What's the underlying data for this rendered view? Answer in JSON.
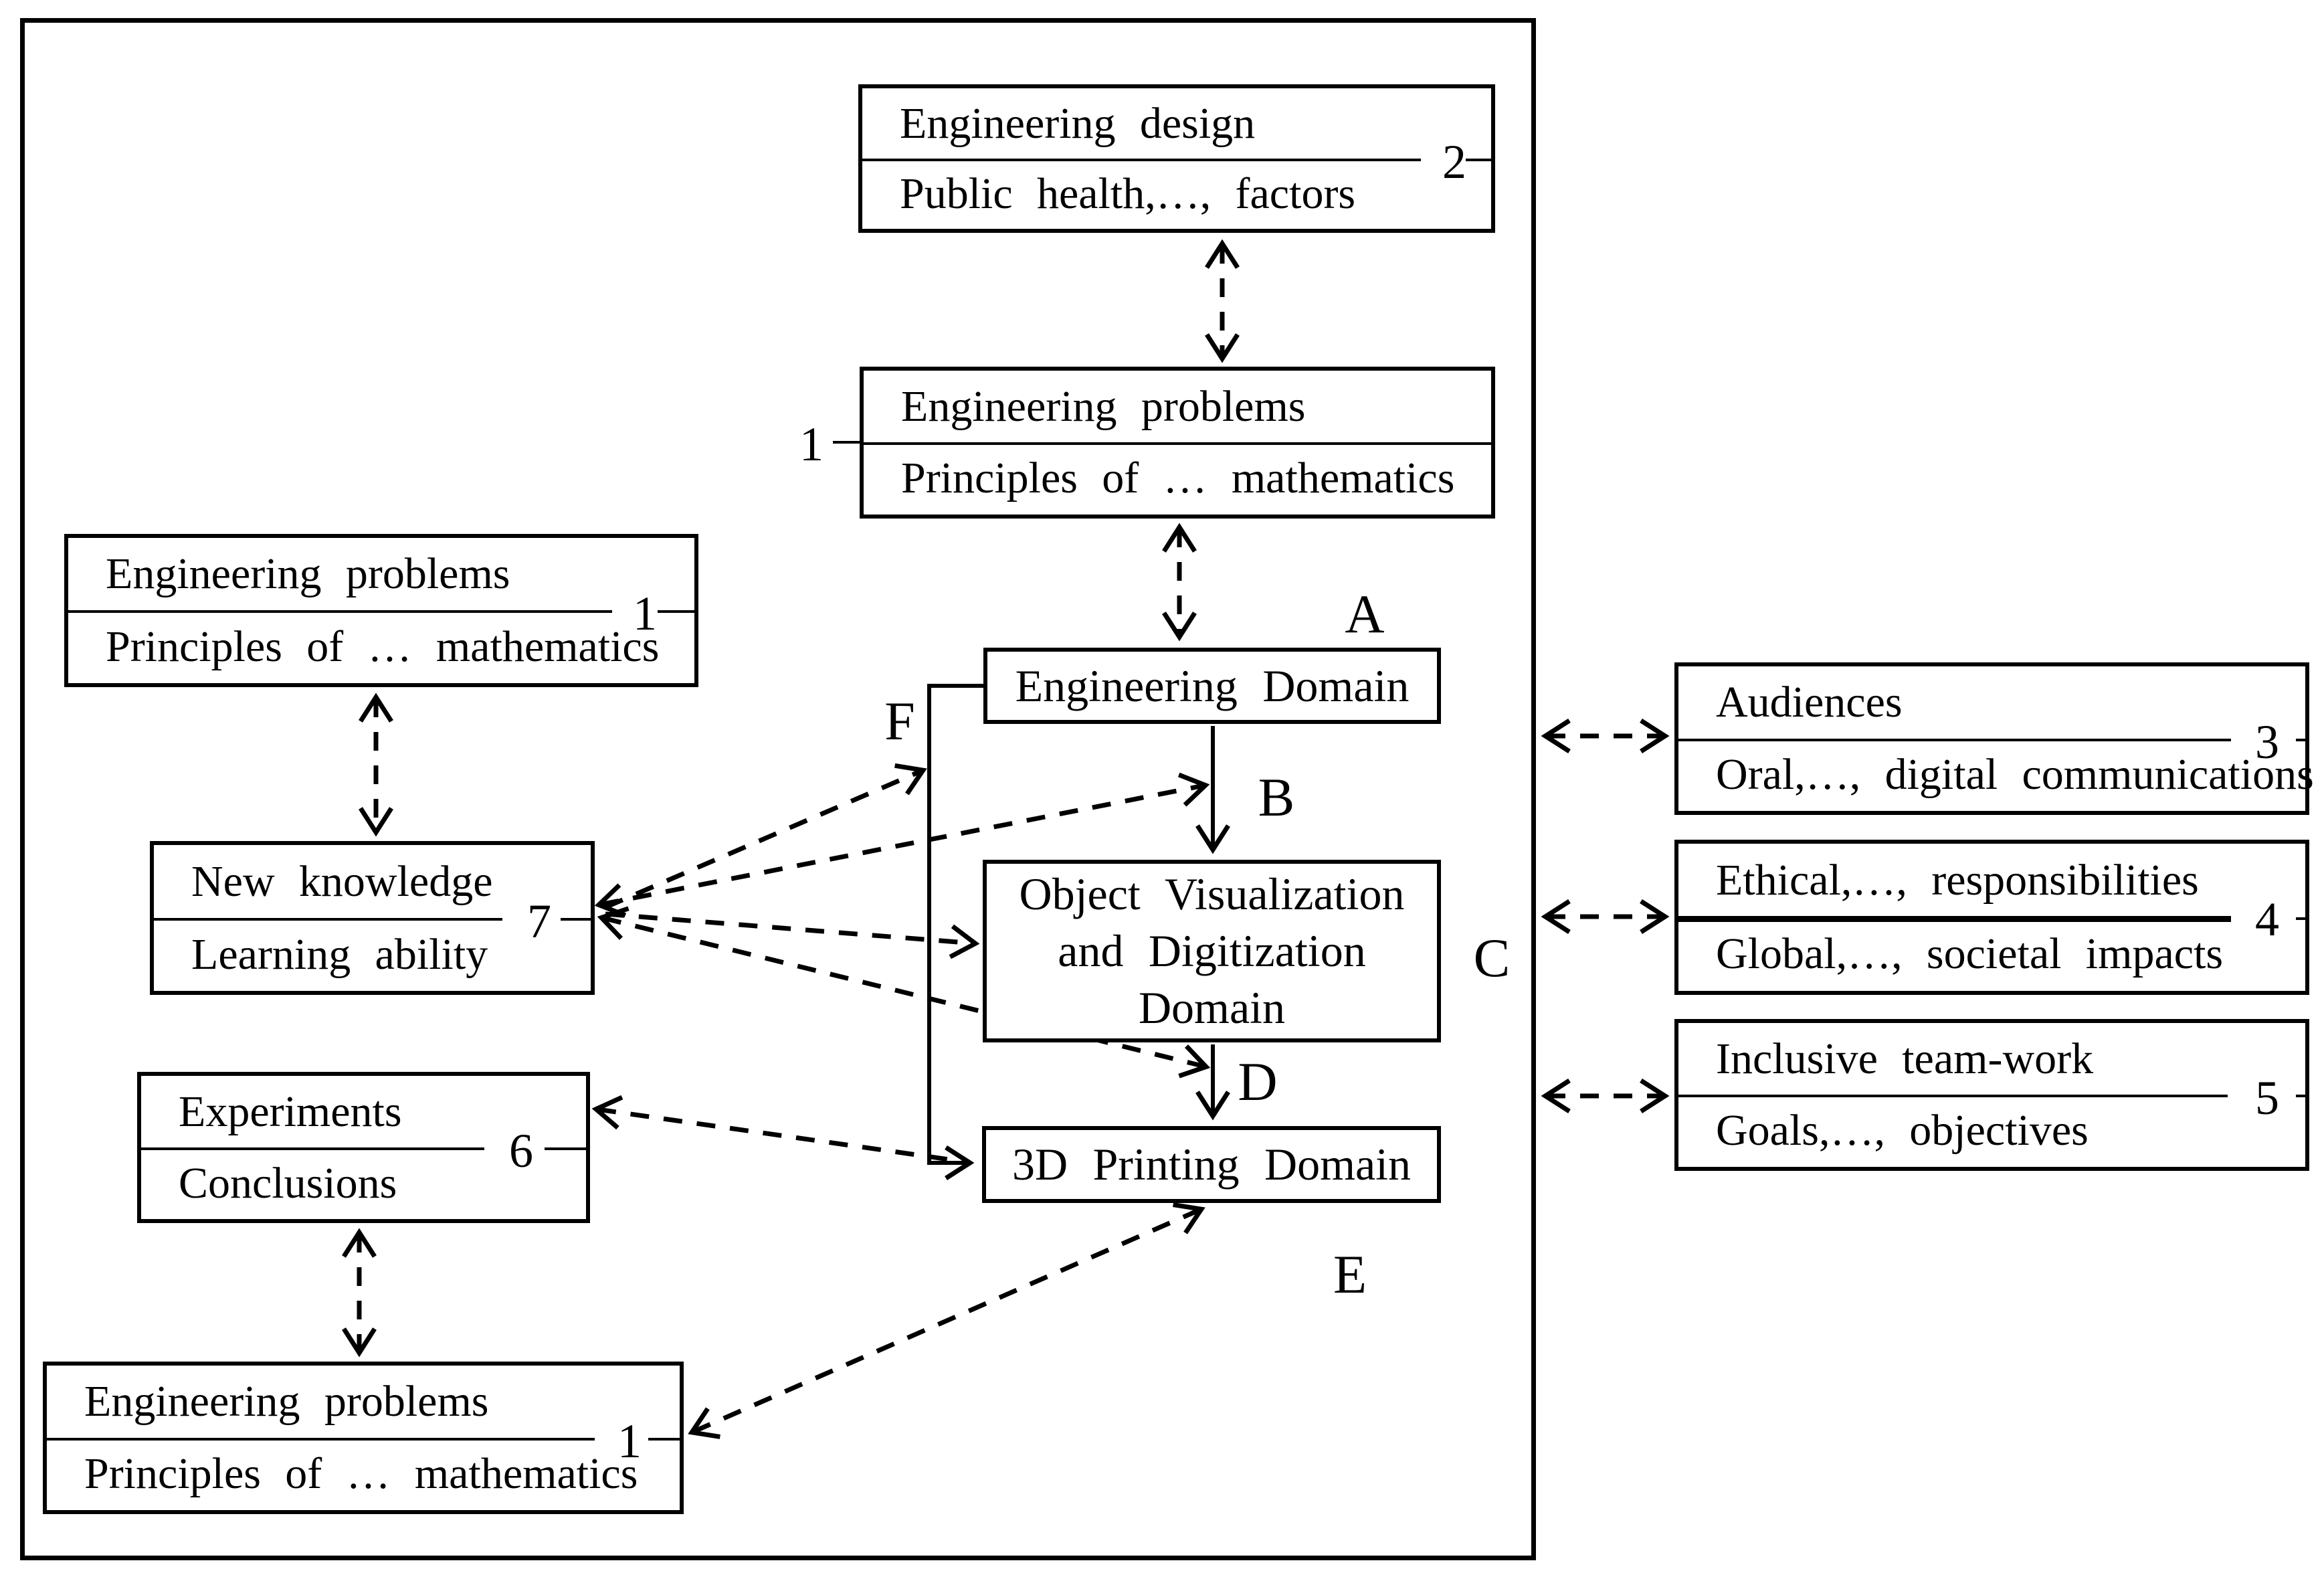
{
  "boxes": {
    "engineering_design": {
      "line1": "Engineering design",
      "line2": "Public health,…, factors",
      "num": "2"
    },
    "engineering_problems_center": {
      "line1": "Engineering problems",
      "line2": "Principles of … mathematics",
      "num": "1"
    },
    "engineering_problems_left": {
      "line1": "Engineering problems",
      "line2": "Principles of … mathematics",
      "num": "1"
    },
    "new_knowledge": {
      "line1": "New knowledge",
      "line2": "Learning ability",
      "num": "7"
    },
    "experiments": {
      "line1": "Experiments",
      "line2": "Conclusions",
      "num": "6"
    },
    "engineering_problems_bottom": {
      "line1": "Engineering problems",
      "line2": "Principles of … mathematics",
      "num": "1"
    },
    "audiences": {
      "line1": "Audiences",
      "line2": "Oral,…, digital communications",
      "num": "3"
    },
    "ethical": {
      "line1": "Ethical,…, responsibilities",
      "line2": "Global,…, societal impacts",
      "num": "4"
    },
    "teamwork": {
      "line1": "Inclusive team-work",
      "line2": "Goals,…, objectives",
      "num": "5"
    },
    "engineering_domain": {
      "label": "Engineering Domain"
    },
    "object_visualization_domain": {
      "line1": "Object Visualization",
      "line2": "and Digitization",
      "line3": "Domain"
    },
    "printing_domain": {
      "label": "3D Printing Domain"
    }
  },
  "letters": {
    "a": "A",
    "b": "B",
    "c": "C",
    "d": "D",
    "e": "E",
    "f": "F"
  }
}
